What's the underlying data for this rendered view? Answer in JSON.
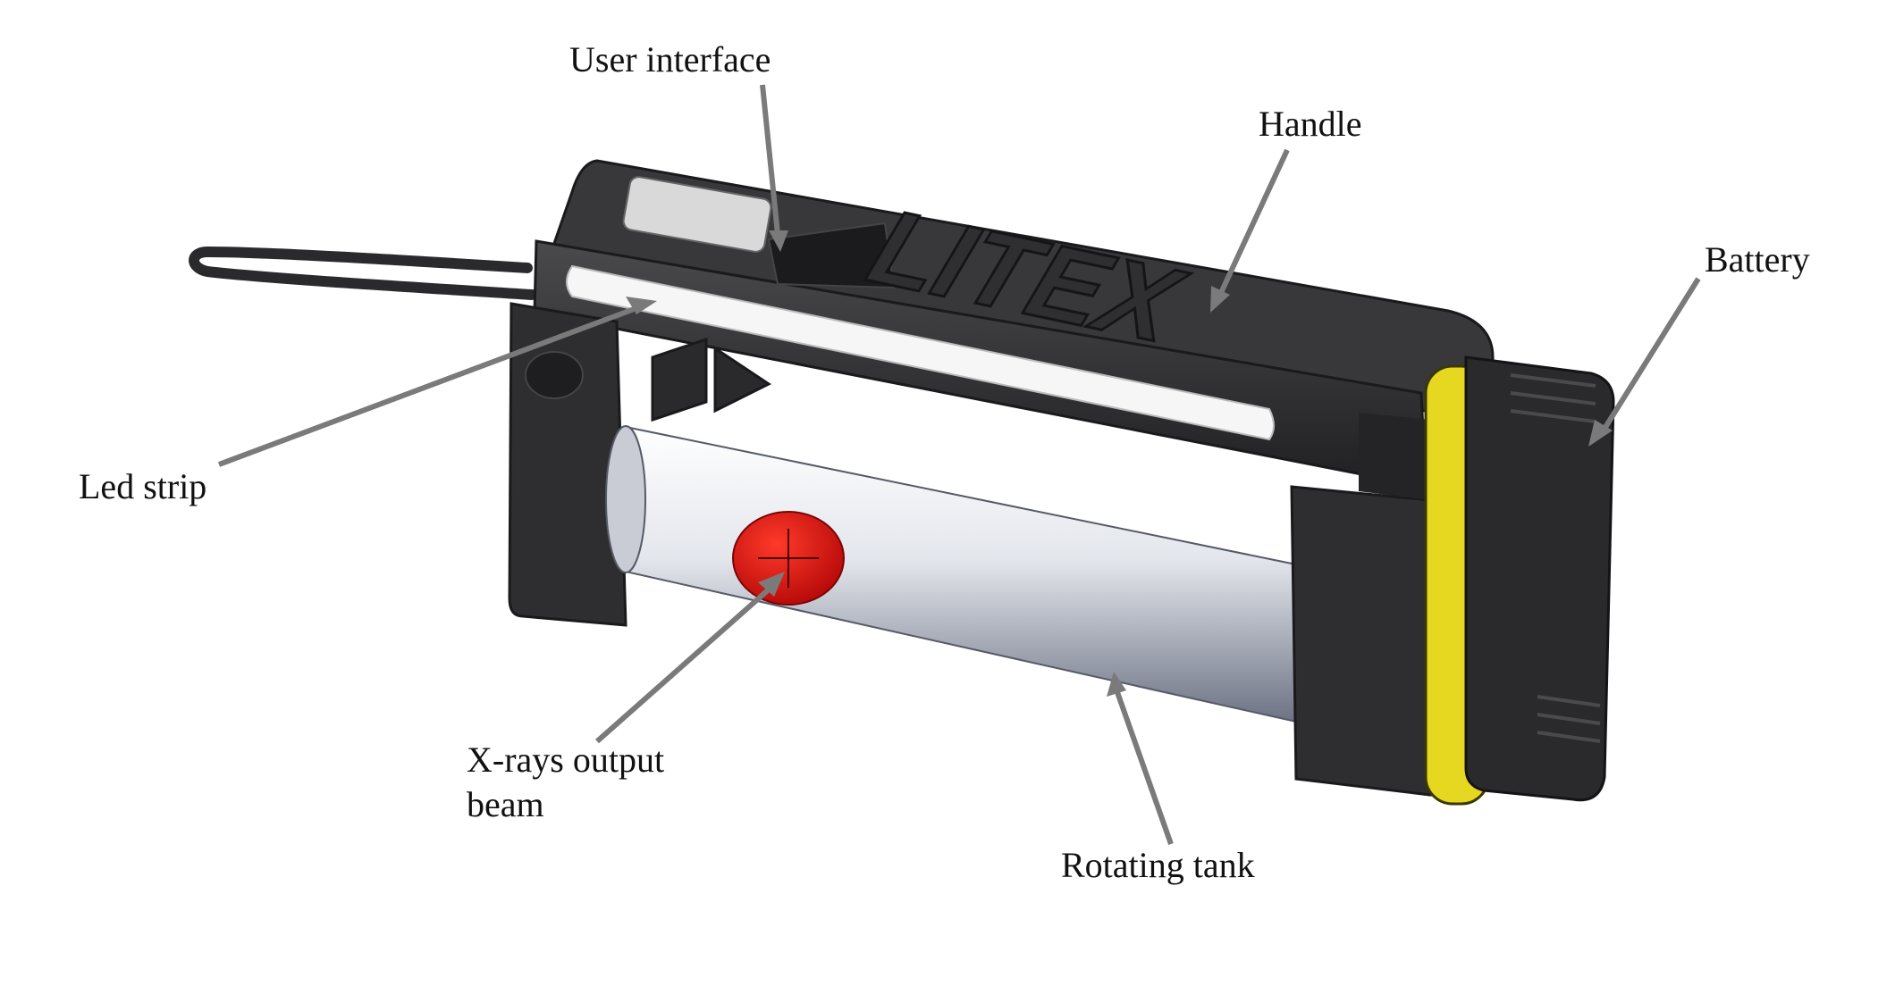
{
  "labels": {
    "user_interface": "User interface",
    "handle": "Handle",
    "battery": "Battery",
    "led_strip": "Led strip",
    "xrays_output_line1": "X-rays output",
    "xrays_output_line2": "beam",
    "rotating_tank": "Rotating tank"
  },
  "logo_text": "LITEX",
  "colors": {
    "body": "#2b2b2d",
    "body_light": "#4a4a4d",
    "tank": "#dfe3ea",
    "beam_marker": "#e01010",
    "battery_accent": "#e6d820",
    "led_strip": "#f4f4f4",
    "arrow": "#7a7a7a"
  }
}
